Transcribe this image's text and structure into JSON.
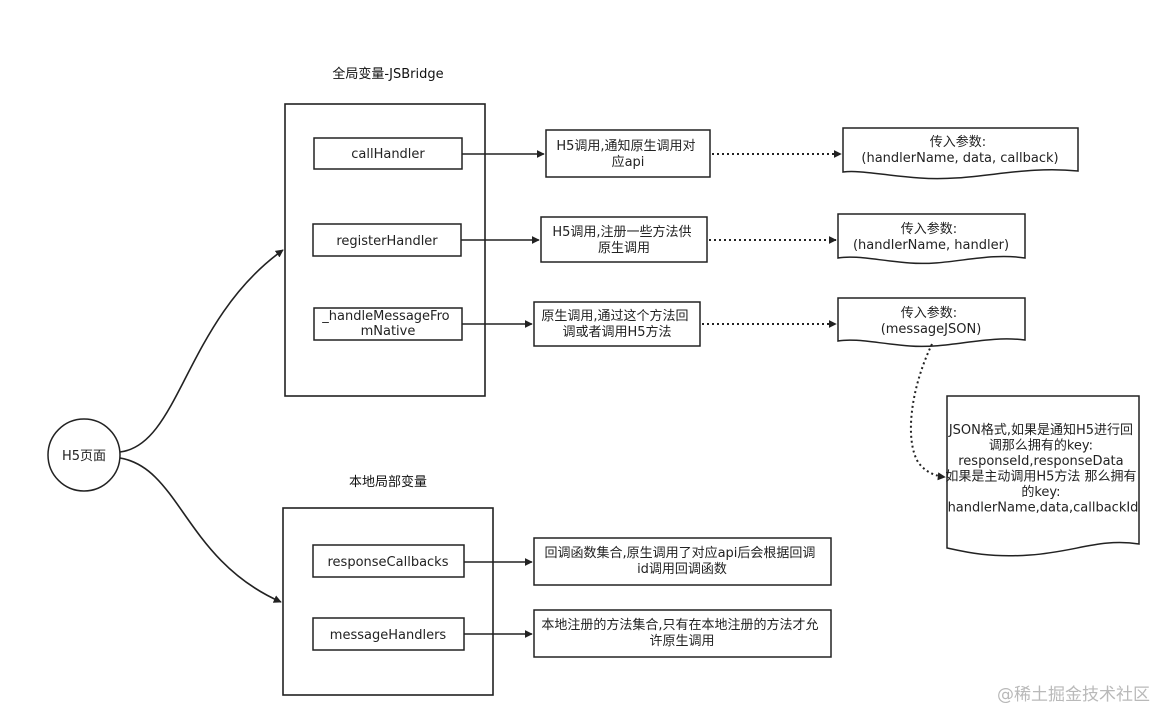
{
  "titles": {
    "global": "全局变量-JSBridge",
    "local": "本地局部变量"
  },
  "h5_page": "H5页面",
  "global_methods": {
    "call_handler": "callHandler",
    "register_handler": "registerHandler",
    "handle_message": [
      "_handleMessageFro",
      "mNative"
    ]
  },
  "global_descriptions": {
    "call_handler": [
      "H5调用,通知原生调用对",
      "应api"
    ],
    "register_handler": [
      "H5调用,注册一些方法供",
      "原生调用"
    ],
    "handle_message": [
      "原生调用,通过这个方法回",
      "调或者调用H5方法"
    ]
  },
  "params": {
    "call_handler": [
      "传入参数:",
      "(handlerName, data, callback)"
    ],
    "register_handler": [
      "传入参数:",
      "(handlerName, handler)"
    ],
    "handle_message": [
      "传入参数:",
      "(messageJSON)"
    ]
  },
  "json_note": [
    "JSON格式,如果是通知H5进行回",
    "调那么拥有的key:",
    "responseId,responseData",
    "如果是主动调用H5方法 那么拥有",
    "的key:",
    "handlerName,data,callbackId"
  ],
  "local_vars": {
    "response_callbacks": "responseCallbacks",
    "message_handlers": "messageHandlers"
  },
  "local_descriptions": {
    "response_callbacks": [
      "回调函数集合,原生调用了对应api后会根据回调",
      "id调用回调函数"
    ],
    "message_handlers": [
      "本地注册的方法集合,只有在本地注册的方法才允",
      "许原生调用"
    ]
  },
  "watermark": "@稀土掘金技术社区"
}
